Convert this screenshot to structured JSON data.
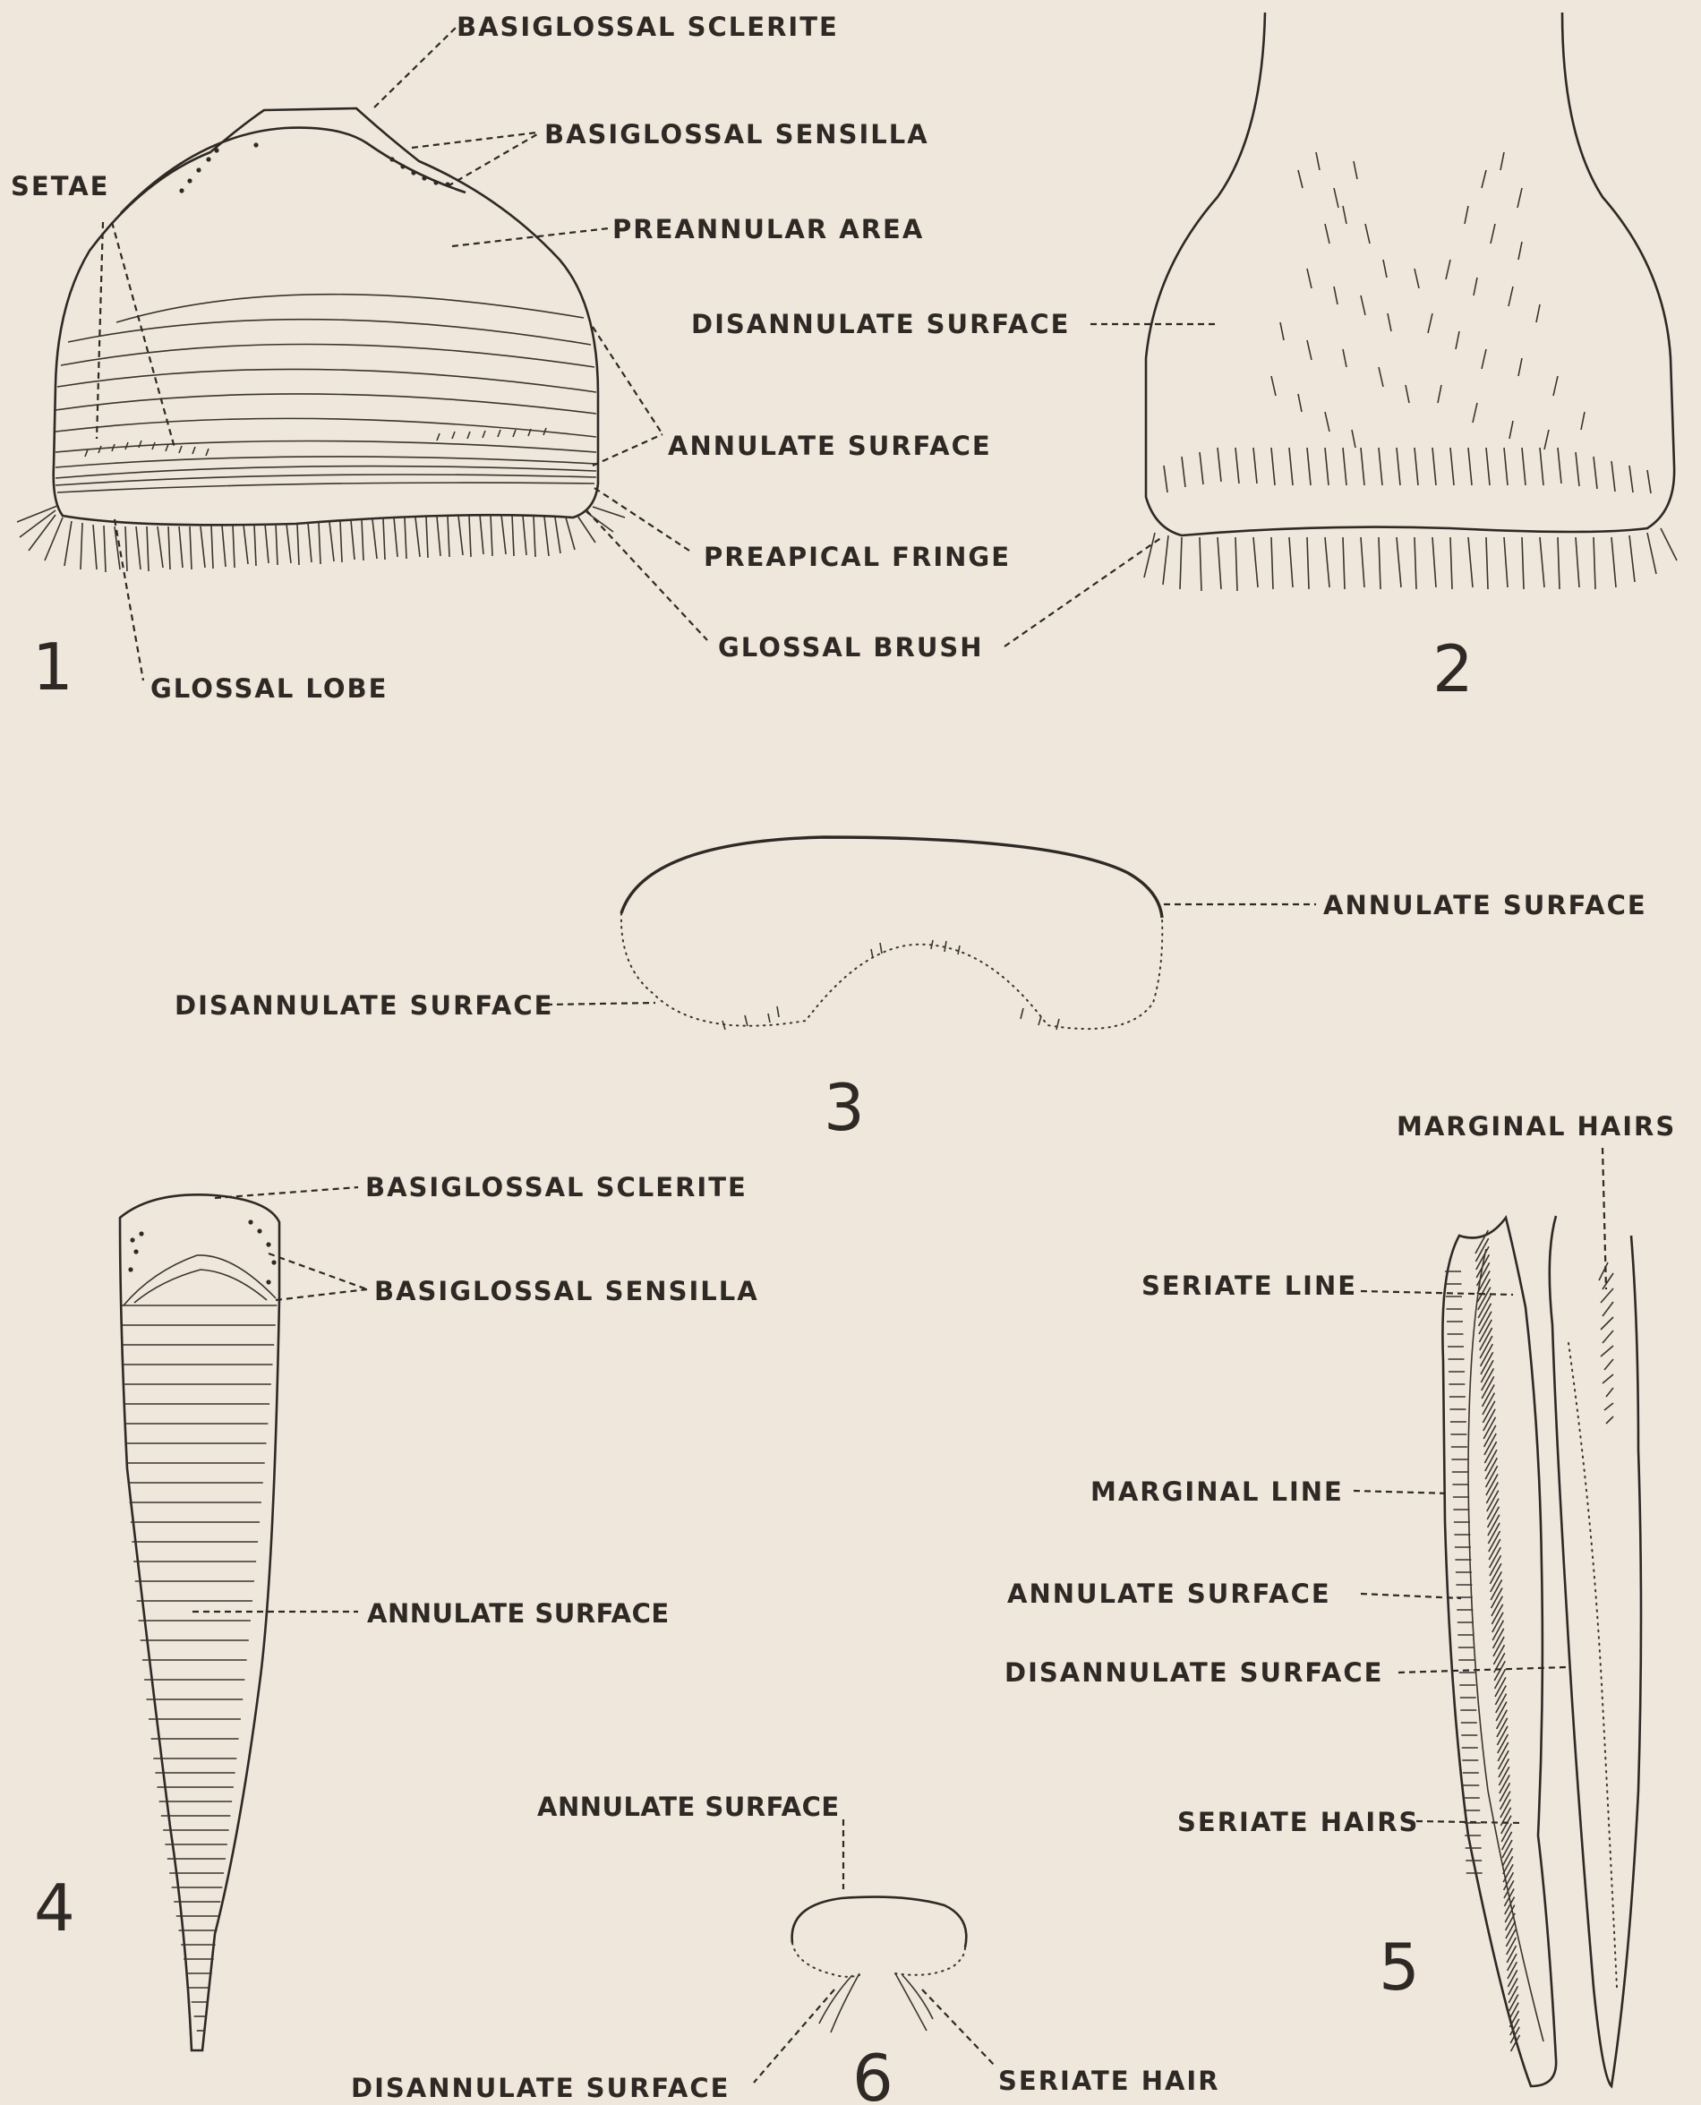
{
  "figures": [
    {
      "number": "1",
      "labels": {
        "basiglossal_sclerite": "BASIGLOSSAL SCLERITE",
        "basiglossal_sensilla": "BASIGLOSSAL SENSILLA",
        "setae": "SETAE",
        "preannular_area": "PREANNULAR AREA",
        "annulate_surface": "ANNULATE SURFACE",
        "preapical_fringe": "PREAPICAL FRINGE",
        "glossal_brush": "GLOSSAL BRUSH",
        "glossal_lobe": "GLOSSAL LOBE"
      }
    },
    {
      "number": "2",
      "labels": {
        "disannulate_surface": "DISANNULATE SURFACE"
      }
    },
    {
      "number": "3",
      "labels": {
        "annulate_surface": "ANNULATE SURFACE",
        "disannulate_surface": "DISANNULATE SURFACE"
      }
    },
    {
      "number": "4",
      "labels": {
        "basiglossal_sclerite": "BASIGLOSSAL SCLERITE",
        "basiglossal_sensilla": "BASIGLOSSAL SENSILLA",
        "annulate_surface": "ANNULATE SURFACE"
      }
    },
    {
      "number": "5",
      "labels": {
        "marginal_hairs": "MARGINAL HAIRS",
        "seriate_line": "SERIATE LINE",
        "marginal_line": "MARGINAL LINE",
        "annulate_surface": "ANNULATE SURFACE",
        "disannulate_surface": "DISANNULATE SURFACE",
        "seriate_hairs": "SERIATE HAIRS"
      }
    },
    {
      "number": "6",
      "labels": {
        "annulate_surface": "ANNULATE SURFACE",
        "disannulate_surface": "DISANNULATE SURFACE",
        "seriate_hair": "SERIATE HAIR"
      }
    }
  ]
}
